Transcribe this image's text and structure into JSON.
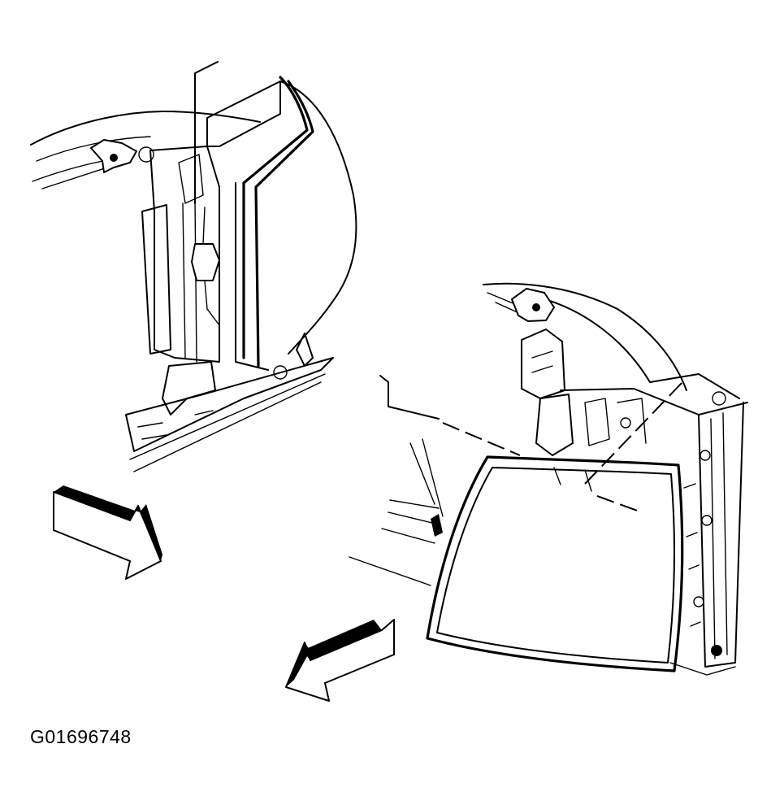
{
  "figure_id": "G01696748",
  "colors": {
    "line": "#000000",
    "background": "#ffffff"
  },
  "drawing": {
    "left_view": "headlamp-assembly-rear-view",
    "right_view": "headlamp-assembly-front-view",
    "arrows": [
      "arrow-left-view",
      "arrow-right-view"
    ]
  }
}
